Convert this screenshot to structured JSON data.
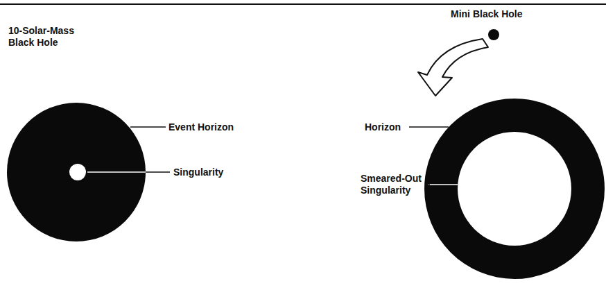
{
  "diagram": {
    "labels": [
      "10-Solar-Mass Black Hole",
      "Event Horizon",
      "Singularity",
      "Mini Black Hole",
      "Horizon",
      "Smeared-Out Singularity"
    ]
  }
}
